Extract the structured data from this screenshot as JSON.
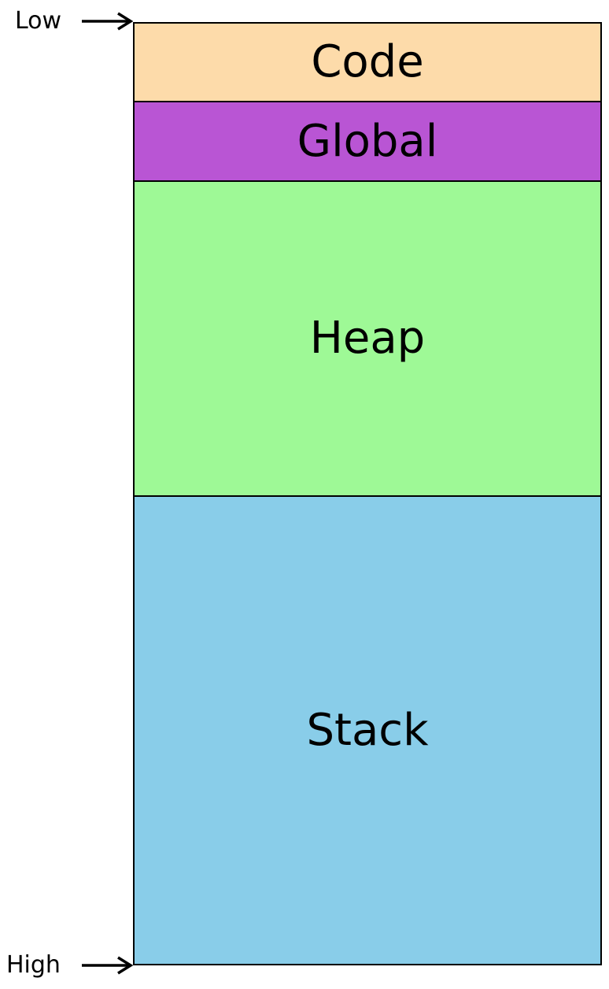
{
  "address_markers": {
    "low": "Low",
    "high": "High"
  },
  "segments": [
    {
      "label": "Code",
      "color": "#FDDBAA"
    },
    {
      "label": "Global",
      "color": "#B955D4"
    },
    {
      "label": "Heap",
      "color": "#9EF996"
    },
    {
      "label": "Stack",
      "color": "#89CDE9"
    }
  ],
  "colors": {
    "outline": "#000000",
    "text": "#000000"
  }
}
